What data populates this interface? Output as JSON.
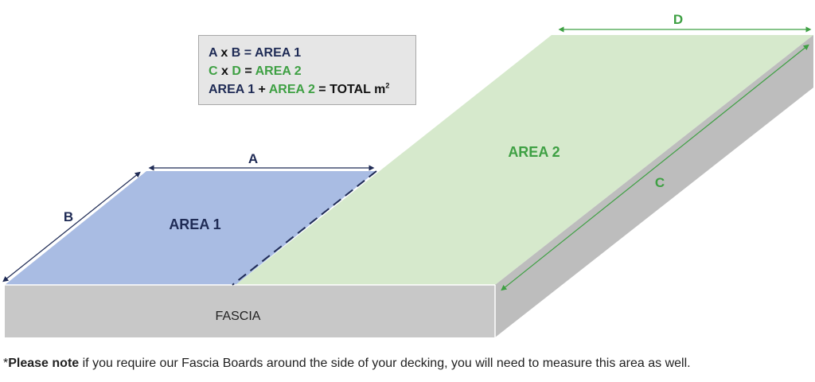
{
  "colors": {
    "area1": "#a9bce3",
    "area2": "#d6e9cc",
    "fascia_front": "#c8c8c8",
    "fascia_side": "#bdbdbd",
    "navy": "#1f2b55",
    "green": "#3ea043"
  },
  "labels": {
    "a": "A",
    "b": "B",
    "c": "C",
    "d": "D",
    "area1": "AREA 1",
    "area2": "AREA 2",
    "fascia": "FASCIA"
  },
  "formula": {
    "line1": {
      "a": "A",
      "x": "x",
      "b": "B",
      "eq": "=",
      "result": "AREA 1"
    },
    "line2": {
      "c": "C",
      "x": "x",
      "d": "D",
      "eq": "=",
      "result": "AREA 2"
    },
    "line3": {
      "area1": "AREA 1",
      "plus": "+",
      "area2": "AREA 2",
      "eq": "=",
      "total": "TOTAL m",
      "sup": "2"
    }
  },
  "note": {
    "prefix": "*",
    "bold": "Please note",
    "rest": " if you require our Fascia Boards around the side of your decking, you will need to measure this area as well."
  }
}
